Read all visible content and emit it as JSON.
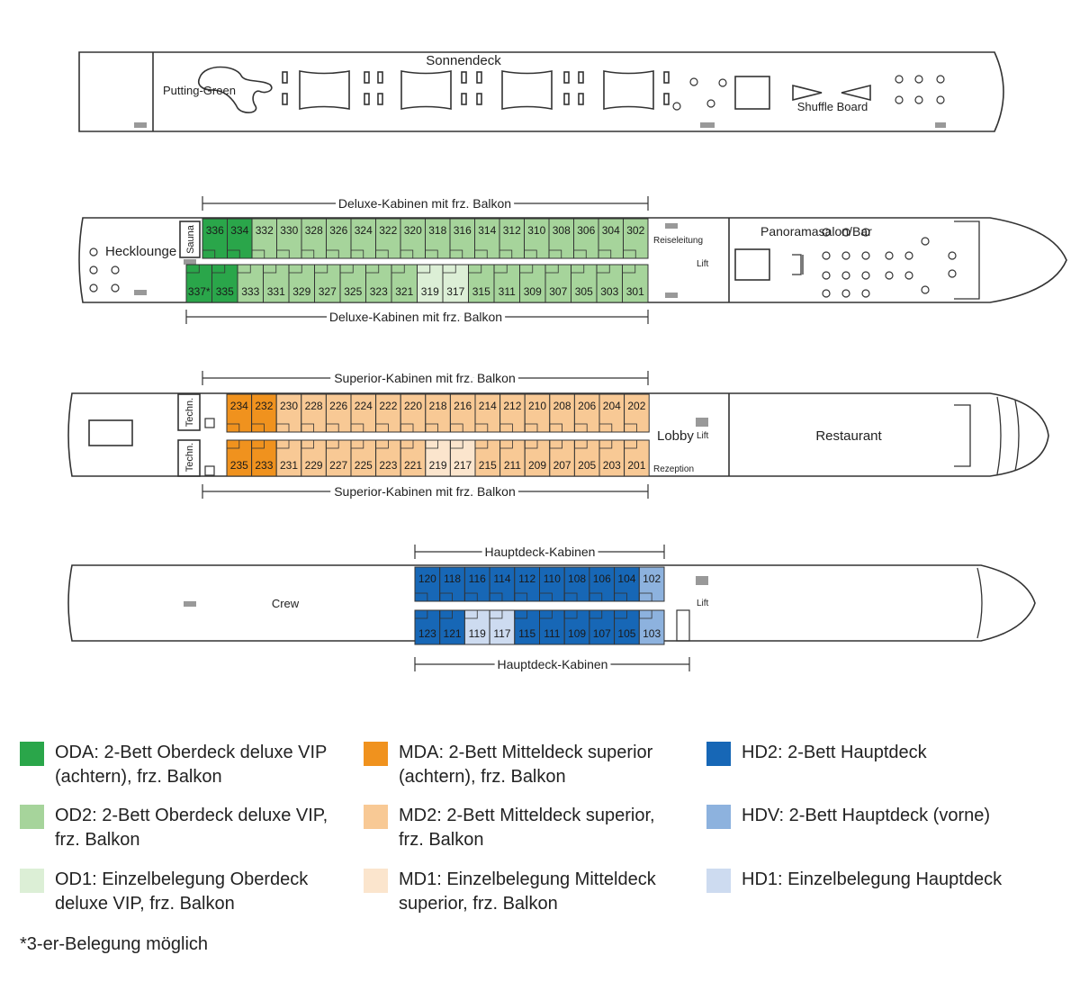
{
  "decks": {
    "sonnendeck": {
      "title": "Sonnendeck",
      "putting_green": "Putting-Green",
      "shuffle_board": "Shuffle Board"
    },
    "oberdeck": {
      "span_top": "Deluxe-Kabinen mit frz. Balkon",
      "span_bottom": "Deluxe-Kabinen mit frz. Balkon",
      "hecklounge": "Hecklounge",
      "sauna": "Sauna",
      "reiseleitung": "Reiseleitung",
      "lift": "Lift",
      "panoramasalon": "Panoramasalon/Bar",
      "top_row": [
        {
          "num": "336",
          "cat": "ODA"
        },
        {
          "num": "334",
          "cat": "ODA"
        },
        {
          "num": "332",
          "cat": "OD2"
        },
        {
          "num": "330",
          "cat": "OD2"
        },
        {
          "num": "328",
          "cat": "OD2"
        },
        {
          "num": "326",
          "cat": "OD2"
        },
        {
          "num": "324",
          "cat": "OD2"
        },
        {
          "num": "322",
          "cat": "OD2"
        },
        {
          "num": "320",
          "cat": "OD2"
        },
        {
          "num": "318",
          "cat": "OD2"
        },
        {
          "num": "316",
          "cat": "OD2"
        },
        {
          "num": "314",
          "cat": "OD2"
        },
        {
          "num": "312",
          "cat": "OD2"
        },
        {
          "num": "310",
          "cat": "OD2"
        },
        {
          "num": "308",
          "cat": "OD2"
        },
        {
          "num": "306",
          "cat": "OD2"
        },
        {
          "num": "304",
          "cat": "OD2"
        },
        {
          "num": "302",
          "cat": "OD2"
        }
      ],
      "bottom_row": [
        {
          "num": "337*",
          "cat": "ODA"
        },
        {
          "num": "335",
          "cat": "ODA"
        },
        {
          "num": "333",
          "cat": "OD2"
        },
        {
          "num": "331",
          "cat": "OD2"
        },
        {
          "num": "329",
          "cat": "OD2"
        },
        {
          "num": "327",
          "cat": "OD2"
        },
        {
          "num": "325",
          "cat": "OD2"
        },
        {
          "num": "323",
          "cat": "OD2"
        },
        {
          "num": "321",
          "cat": "OD2"
        },
        {
          "num": "319",
          "cat": "OD1"
        },
        {
          "num": "317",
          "cat": "OD1"
        },
        {
          "num": "315",
          "cat": "OD2"
        },
        {
          "num": "311",
          "cat": "OD2"
        },
        {
          "num": "309",
          "cat": "OD2"
        },
        {
          "num": "307",
          "cat": "OD2"
        },
        {
          "num": "305",
          "cat": "OD2"
        },
        {
          "num": "303",
          "cat": "OD2"
        },
        {
          "num": "301",
          "cat": "OD2"
        }
      ]
    },
    "mitteldeck": {
      "span_top": "Superior-Kabinen mit frz. Balkon",
      "span_bottom": "Superior-Kabinen mit frz. Balkon",
      "techn": "Techn.",
      "lobby": "Lobby",
      "lift": "Lift",
      "rezeption": "Rezeption",
      "restaurant": "Restaurant",
      "top_row": [
        {
          "num": "234",
          "cat": "MDA"
        },
        {
          "num": "232",
          "cat": "MDA"
        },
        {
          "num": "230",
          "cat": "MD2"
        },
        {
          "num": "228",
          "cat": "MD2"
        },
        {
          "num": "226",
          "cat": "MD2"
        },
        {
          "num": "224",
          "cat": "MD2"
        },
        {
          "num": "222",
          "cat": "MD2"
        },
        {
          "num": "220",
          "cat": "MD2"
        },
        {
          "num": "218",
          "cat": "MD2"
        },
        {
          "num": "216",
          "cat": "MD2"
        },
        {
          "num": "214",
          "cat": "MD2"
        },
        {
          "num": "212",
          "cat": "MD2"
        },
        {
          "num": "210",
          "cat": "MD2"
        },
        {
          "num": "208",
          "cat": "MD2"
        },
        {
          "num": "206",
          "cat": "MD2"
        },
        {
          "num": "204",
          "cat": "MD2"
        },
        {
          "num": "202",
          "cat": "MD2"
        }
      ],
      "bottom_row": [
        {
          "num": "235",
          "cat": "MDA"
        },
        {
          "num": "233",
          "cat": "MDA"
        },
        {
          "num": "231",
          "cat": "MD2"
        },
        {
          "num": "229",
          "cat": "MD2"
        },
        {
          "num": "227",
          "cat": "MD2"
        },
        {
          "num": "225",
          "cat": "MD2"
        },
        {
          "num": "223",
          "cat": "MD2"
        },
        {
          "num": "221",
          "cat": "MD2"
        },
        {
          "num": "219",
          "cat": "MD1"
        },
        {
          "num": "217",
          "cat": "MD1"
        },
        {
          "num": "215",
          "cat": "MD2"
        },
        {
          "num": "211",
          "cat": "MD2"
        },
        {
          "num": "209",
          "cat": "MD2"
        },
        {
          "num": "207",
          "cat": "MD2"
        },
        {
          "num": "205",
          "cat": "MD2"
        },
        {
          "num": "203",
          "cat": "MD2"
        },
        {
          "num": "201",
          "cat": "MD2"
        }
      ]
    },
    "hauptdeck": {
      "span_top": "Hauptdeck-Kabinen",
      "span_bottom": "Hauptdeck-Kabinen",
      "crew": "Crew",
      "lift": "Lift",
      "top_row": [
        {
          "num": "120",
          "cat": "HD2"
        },
        {
          "num": "118",
          "cat": "HD2"
        },
        {
          "num": "116",
          "cat": "HD2"
        },
        {
          "num": "114",
          "cat": "HD2"
        },
        {
          "num": "112",
          "cat": "HD2"
        },
        {
          "num": "110",
          "cat": "HD2"
        },
        {
          "num": "108",
          "cat": "HD2"
        },
        {
          "num": "106",
          "cat": "HD2"
        },
        {
          "num": "104",
          "cat": "HD2"
        },
        {
          "num": "102",
          "cat": "HDV"
        }
      ],
      "bottom_row": [
        {
          "num": "123",
          "cat": "HD2"
        },
        {
          "num": "121",
          "cat": "HD2"
        },
        {
          "num": "119",
          "cat": "HD1"
        },
        {
          "num": "117",
          "cat": "HD1"
        },
        {
          "num": "115",
          "cat": "HD2"
        },
        {
          "num": "111",
          "cat": "HD2"
        },
        {
          "num": "109",
          "cat": "HD2"
        },
        {
          "num": "107",
          "cat": "HD2"
        },
        {
          "num": "105",
          "cat": "HD2"
        },
        {
          "num": "103",
          "cat": "HDV"
        }
      ]
    }
  },
  "categories": {
    "ODA": {
      "color": "#2aa64a",
      "label": "ODA: 2-Bett Oberdeck deluxe VIP\n(achtern), frz. Balkon"
    },
    "OD2": {
      "color": "#a6d49b",
      "label": "OD2: 2-Bett Oberdeck deluxe VIP,\nfrz. Balkon"
    },
    "OD1": {
      "color": "#dcefd6",
      "label": "OD1: Einzelbelegung Oberdeck\ndeluxe VIP, frz. Balkon"
    },
    "MDA": {
      "color": "#f0921e",
      "label": "MDA: 2-Bett Mitteldeck superior\n(achtern), frz. Balkon"
    },
    "MD2": {
      "color": "#f8c995",
      "label": "MD2: 2-Bett Mitteldeck superior,\nfrz. Balkon"
    },
    "MD1": {
      "color": "#fbe5cd",
      "label": "MD1: Einzelbelegung Mitteldeck\nsuperior, frz. Balkon"
    },
    "HD2": {
      "color": "#1767b6",
      "label": "HD2: 2-Bett Hauptdeck"
    },
    "HDV": {
      "color": "#8db2de",
      "label": "HDV: 2-Bett Hauptdeck (vorne)"
    },
    "HD1": {
      "color": "#cddbf0",
      "label": "HD1: Einzelbelegung Hauptdeck"
    }
  },
  "legend_order": [
    [
      "ODA",
      "OD2",
      "OD1"
    ],
    [
      "MDA",
      "MD2",
      "MD1"
    ],
    [
      "HD2",
      "HDV",
      "HD1"
    ]
  ],
  "footnote": "*3-er-Belegung möglich"
}
